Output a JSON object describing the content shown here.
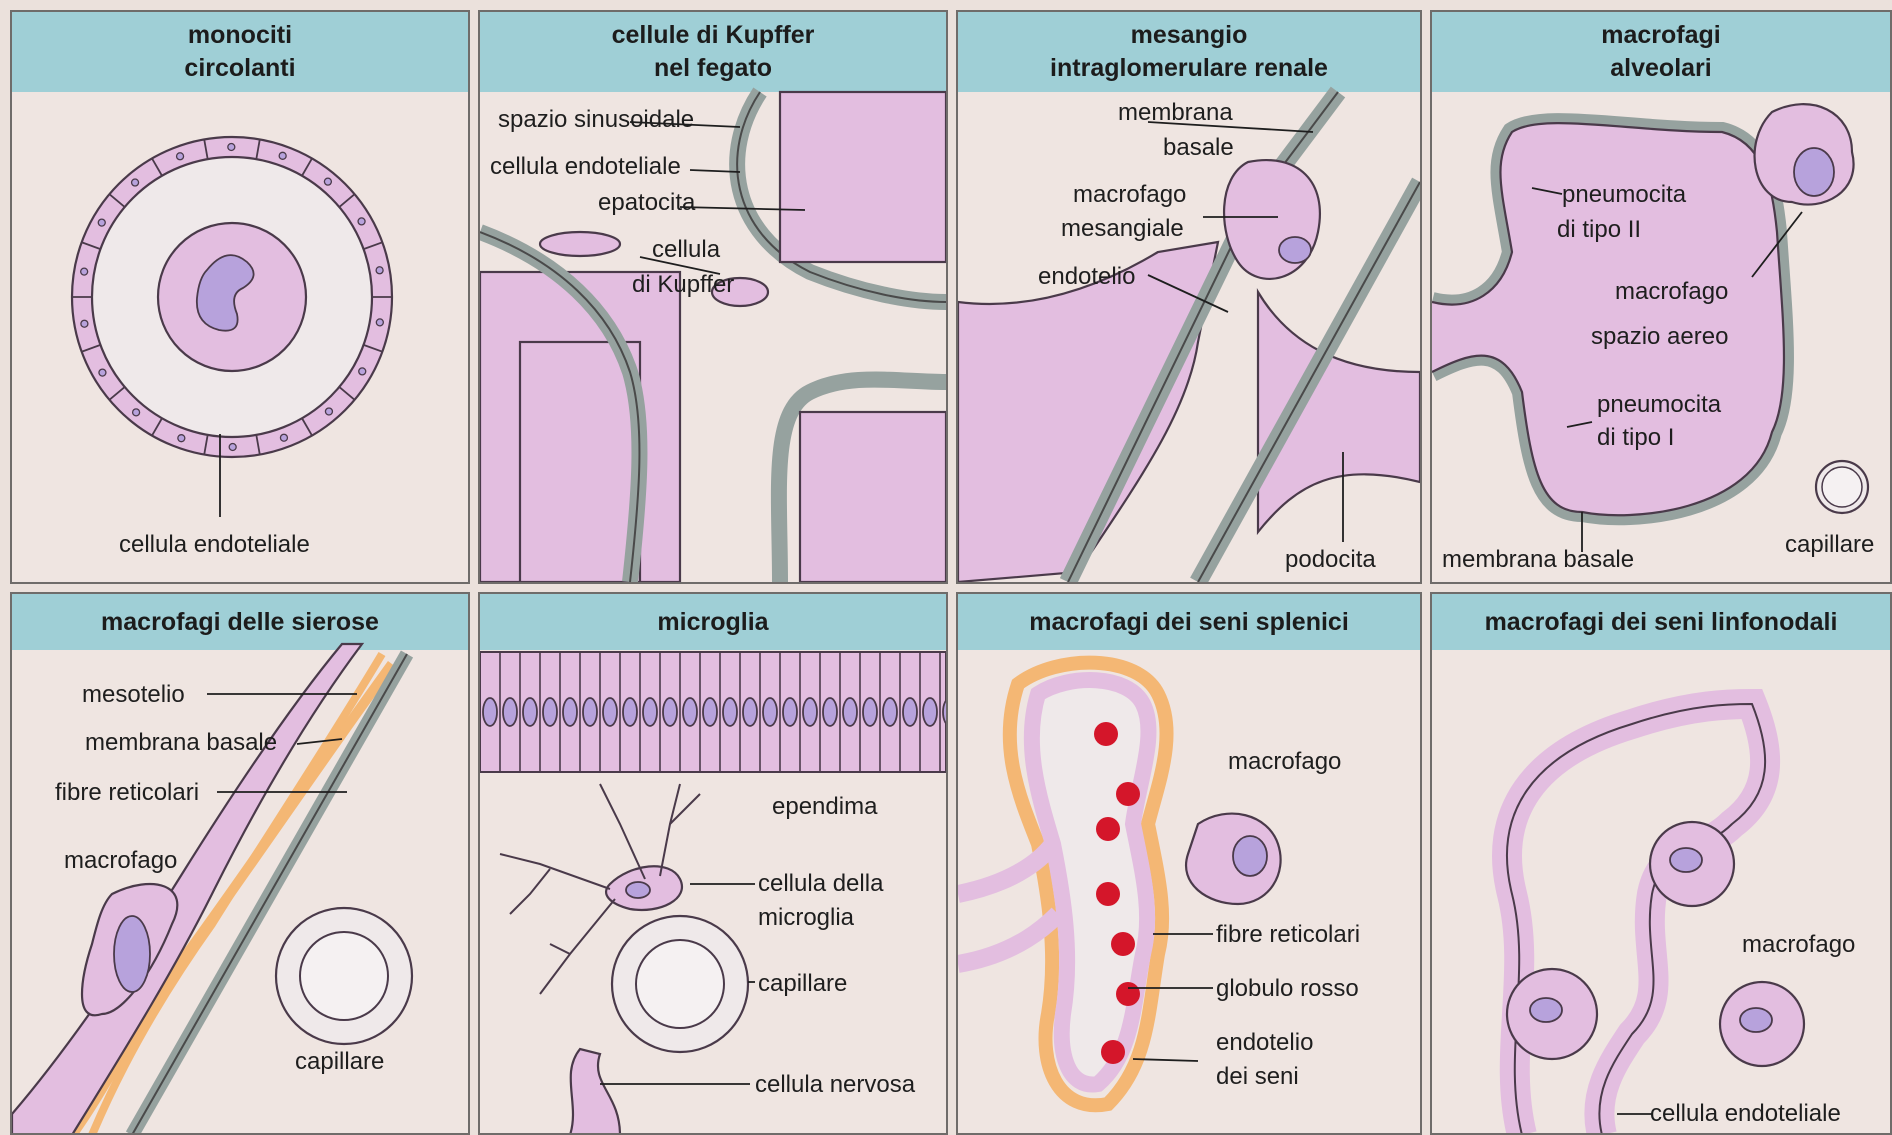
{
  "panels": {
    "monociti": {
      "title": "monociti\ncircolanti",
      "labels": {
        "endo": "cellula endoteliale"
      }
    },
    "kupffer": {
      "title": "cellule  di  Kupffer\nnel fegato",
      "labels": {
        "spazio": "spazio sinusoidale",
        "endo": "cellula endoteliale",
        "epatocita": "epatocita",
        "kupffer1": "cellula",
        "kupffer2": "di Kupffer"
      }
    },
    "mesangio": {
      "title": "mesangio\nintraglomerulare renale",
      "labels": {
        "membrana1": "membrana",
        "membrana2": "basale",
        "macro1": "macrofago",
        "macro2": "mesangiale",
        "endotelio": "endotelio",
        "podocita": "podocita"
      }
    },
    "alveolari": {
      "title": "macrofagi\nalveolari",
      "labels": {
        "pneuII1": "pneumocita",
        "pneuII2": "di tipo II",
        "macrofago": "macrofago",
        "spazio": "spazio aereo",
        "pneuI1": "pneumocita",
        "pneuI2": "di tipo I",
        "membrana": "membrana basale",
        "capillare": "capillare"
      }
    },
    "sierose": {
      "title": "macrofagi delle sierose",
      "labels": {
        "mesotelio": "mesotelio",
        "membrana": "membrana basale",
        "fibre": "fibre reticolari",
        "macrofago": "macrofago",
        "capillare": "capillare"
      }
    },
    "microglia": {
      "title": "microglia",
      "labels": {
        "ependima": "ependima",
        "cellula1": "cellula della",
        "cellula2": "microglia",
        "capillare": "capillare",
        "nervosa": "cellula nervosa"
      }
    },
    "splenici": {
      "title": "macrofagi dei seni splenici",
      "labels": {
        "macrofago": "macrofago",
        "fibre": "fibre reticolari",
        "globulo": "globulo rosso",
        "endo1": "endotelio",
        "endo2": "dei seni"
      }
    },
    "linfonodali": {
      "title": "macrofagi dei seni linfonodali",
      "labels": {
        "macrofago": "macrofago",
        "endo": "cellula endoteliale"
      }
    }
  },
  "colors": {
    "header": "#9fcfd6",
    "cell": "#e3bee0",
    "nucleus": "#b7a2dc",
    "membrane": "#96a29f",
    "fibers": "#f4b774",
    "red_cell": "#d4162a",
    "border": "#6f6c6a"
  }
}
